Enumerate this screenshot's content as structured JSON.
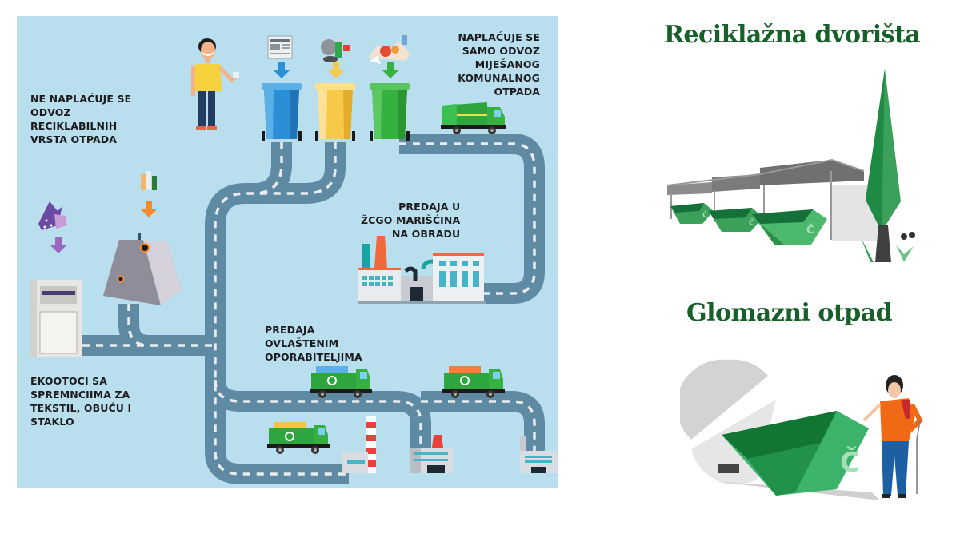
{
  "infographic": {
    "labels": {
      "no_charge": "NE NAPLAĆUJE SE\nODVOZ\nRECIKLABILNIH\nVRSTA OTPADA",
      "charge": "NAPLAĆUJE SE\nSAMO ODVOZ\nMIJEŠANOG\nKOMUNALNOG\nOTPADA",
      "zcgo": "PREDAJA U\nŽCGO MARIŠĆINA\nNA OBRADU",
      "recyclers": "PREDAJA\nOVLAŠTENIM\nOPORABITELJIMA",
      "ecoislands": "EKOOTOCI SA\nSPREMNCIIMA ZA\nTEKSTIL, OBUĆU I\nSTAKLO"
    },
    "bins": [
      {
        "name": "paper",
        "color": "#2b8fd6",
        "item_icon": "newspaper-icon"
      },
      {
        "name": "plastic-metal",
        "color": "#f7c948",
        "item_icon": "packaging-icon"
      },
      {
        "name": "biowaste",
        "color": "#36b13f",
        "item_icon": "food-waste-icon"
      }
    ],
    "colors": {
      "background": "#b9dfee",
      "road": "#5f8aa3",
      "road_marking": "#e8ecef",
      "truck": "#2ea640",
      "arrow_blue": "#2b8fd6",
      "arrow_yellow": "#f7c948",
      "arrow_green": "#36b13f",
      "arrow_orange": "#f58a2a",
      "arrow_purple": "#9b66c0"
    }
  },
  "side_panel": {
    "recycling_yards_title": "Reciklažna dvorišta",
    "bulky_waste_title": "Glomazni otpad",
    "title_color": "#17602a",
    "container_glyph": "Č"
  }
}
